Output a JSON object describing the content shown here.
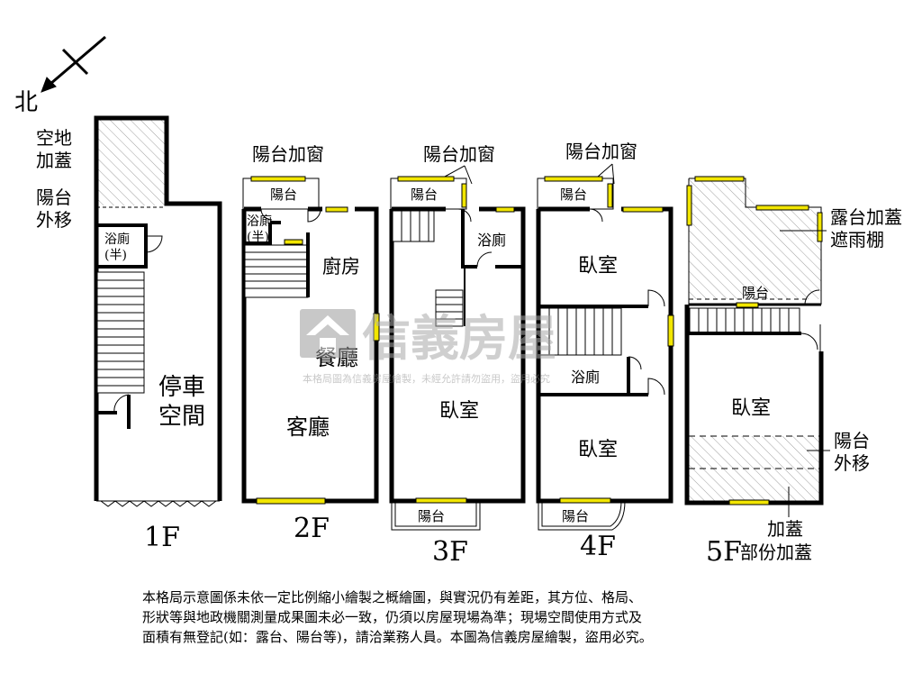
{
  "compass": {
    "label": "北"
  },
  "floors": {
    "f1": {
      "label": "1F",
      "rooms": {
        "vacant_addition": "空地\n加蓋",
        "balcony_extend": "陽台\n外移",
        "half_bath": "浴廁\n(半)",
        "parking": "停車\n空間"
      }
    },
    "f2": {
      "label": "2F",
      "rooms": {
        "balcony_window": "陽台加窗",
        "balcony": "陽台",
        "half_bath": "浴廁\n(半)",
        "kitchen": "廚房",
        "dining": "餐廳",
        "living": "客廳"
      }
    },
    "f3": {
      "label": "3F",
      "rooms": {
        "balcony_window": "陽台加窗",
        "balcony_top": "陽台",
        "bathroom": "浴廁",
        "bedroom": "臥室",
        "balcony_bottom": "陽台"
      }
    },
    "f4": {
      "label": "4F",
      "rooms": {
        "balcony_window": "陽台加窗",
        "balcony_top": "陽台",
        "bedroom_top": "臥室",
        "bathroom": "浴廁",
        "bedroom_bottom": "臥室",
        "balcony_bottom": "陽台"
      }
    },
    "f5": {
      "label": "5F",
      "sublabel": "部份加蓋",
      "rooms": {
        "terrace_shelter": "露台加蓋\n遮雨棚",
        "balcony": "陽台",
        "bedroom": "臥室",
        "balcony_extend": "陽台\n外移",
        "addition": "加蓋"
      }
    }
  },
  "watermark": {
    "brand": "信義房屋",
    "notice": "本格局圖為信義房屋繪製，未經允許請勿盜用，盜用必究"
  },
  "disclaimer": {
    "line1": "本格局示意圖係未依一定比例縮小繪製之概繪圖，與實況仍有差距，其方位、格局、",
    "line2": "形狀等與地政機關測量成果圖未必一致，仍須以房屋現場為準；現場空間使用方式及",
    "line3": "面積有無登記(如：露台、陽台等)，請洽業務人員。本圖為信義房屋繪製，盜用必究。"
  },
  "colors": {
    "wall": "#000000",
    "window": "#f2e600",
    "hatch": "#9a9a9a",
    "watermark": "#b9b9b9"
  }
}
